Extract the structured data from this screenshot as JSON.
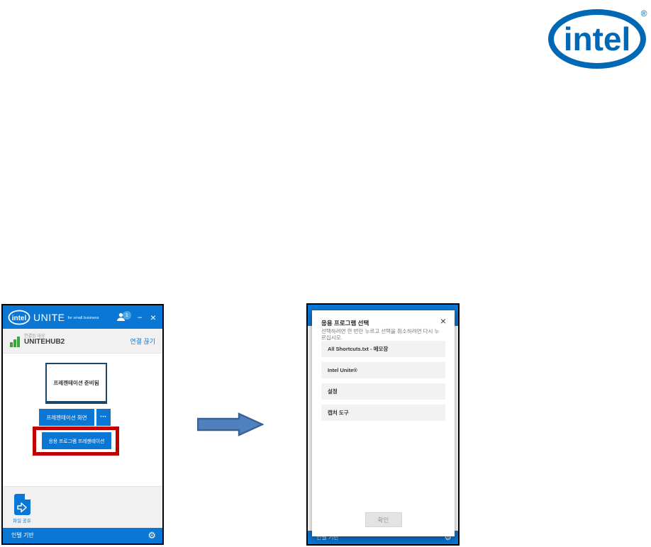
{
  "intel_logo": {
    "brand": "intel",
    "registered": "®"
  },
  "left_window": {
    "titlebar": {
      "logo": "intel",
      "app": "UNITE",
      "tagline": "for small business",
      "participants": "1",
      "minimize": "−",
      "close": "×"
    },
    "connection": {
      "label": "연결된 대상",
      "target": "UNITEHUB2",
      "disconnect": "연결 끊기"
    },
    "screen": {
      "status": "프레젠테이션 준비됨"
    },
    "actions": {
      "present_screen": "프레젠테이션 화면",
      "more": "•••",
      "present_app": "응용 프로그램 프레젠테이션"
    },
    "file_share": {
      "label": "파일 공유"
    },
    "footer": {
      "brand": "인텔 기반",
      "settings_icon": "⚙"
    }
  },
  "right_window": {
    "footer": {
      "brand": "인텔 기반",
      "settings_icon": "⚙"
    },
    "dialog": {
      "title": "응용 프로그램 선택",
      "close": "×",
      "instructions": "선택하려면 한 번만 누르고 선택을 취소하려면 다시 누르십시오.",
      "apps": [
        "All Shortcuts.txt - 메모장",
        "Intel Unite®",
        "설정",
        "캡처 도구"
      ],
      "confirm": "확인"
    }
  },
  "colors": {
    "intel_blue": "#0068B5",
    "titlebar_blue": "#0B77D4",
    "highlight_red": "#C00000",
    "arrow_fill": "#4E81BD",
    "arrow_stroke": "#3B6293",
    "signal_green": "#3BA939"
  }
}
